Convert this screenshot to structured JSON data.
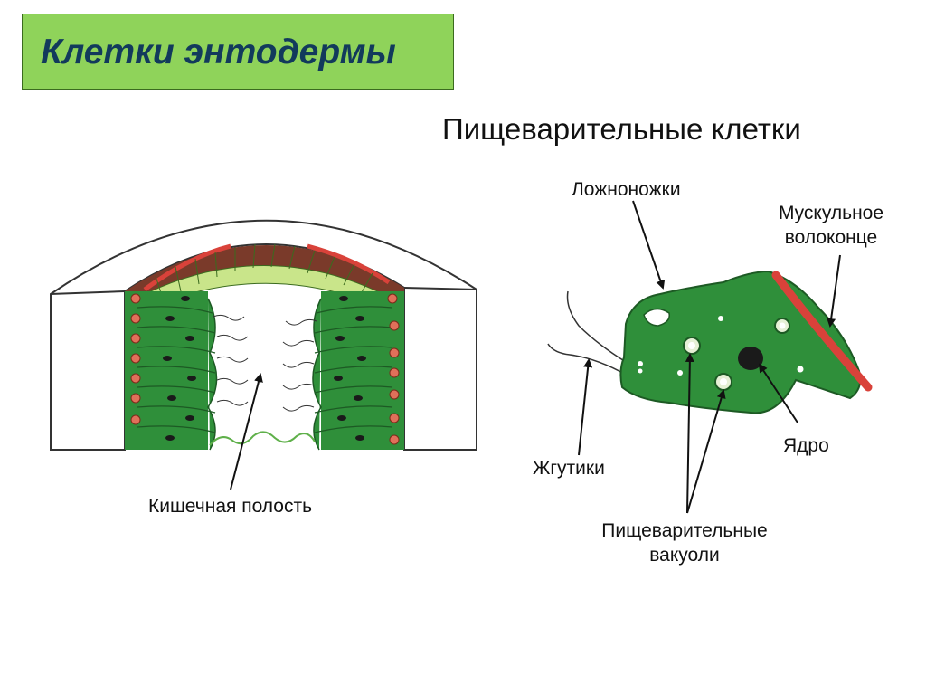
{
  "header": {
    "title": "Клетки энтодермы",
    "subtitle": "Пищеварительные клетки"
  },
  "labels": {
    "intestinal_cavity": "Кишечная полость",
    "pseudopods": "Ложноножки",
    "muscle_fiber_line1": "Мускульное",
    "muscle_fiber_line2": "волоконце",
    "flagella": "Жгутики",
    "nucleus": "Ядро",
    "vacuoles_line1": "Пищеварительные",
    "vacuoles_line2": "вакуоли"
  },
  "colors": {
    "title_bg": "#8fd35a",
    "title_text": "#123a5c",
    "cell_green": "#2f8f3a",
    "light_green": "#c9e58a",
    "muscle_red": "#d9423a"
  }
}
